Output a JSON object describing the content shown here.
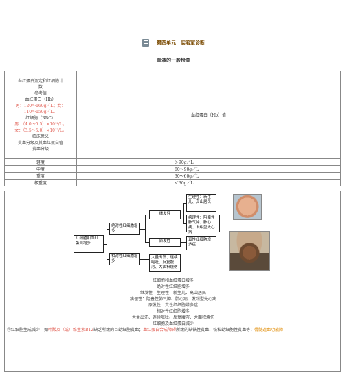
{
  "header": {
    "title": "第四单元　实验室诊断"
  },
  "subtitle": "血液的一般检查",
  "table": {
    "main_left": [
      {
        "text": "血红蛋白测定和红细胞计",
        "red": false
      },
      {
        "text": "数",
        "red": false
      },
      {
        "text": "参考值",
        "red": false
      },
      {
        "text": "血红蛋白（Hb）",
        "red": false
      },
      {
        "text": "男：120～160g／L；女：",
        "red": true
      },
      {
        "text": "110～150g／L。",
        "red": true
      },
      {
        "text": "红细胞（RBC）",
        "red": false
      },
      {
        "text": "男：（4.0～5.5）×10¹²/L；",
        "red": true
      },
      {
        "text": "女：（3.5～5.0）×10¹²/L。",
        "red": true
      },
      {
        "text": "临床意义",
        "red": false
      },
      {
        "text": "贫血分级及其血红蛋白值",
        "red": false
      },
      {
        "text": "贫血分级",
        "red": false
      }
    ],
    "main_right": "血红蛋白（Hb）值",
    "rows": [
      {
        "grade": "轻度",
        "value": "＞90g／L"
      },
      {
        "grade": "中度",
        "value": "60～90g／L"
      },
      {
        "grade": "重度",
        "value": "30～60g／L"
      },
      {
        "grade": "极重度",
        "value": "＜30g／L"
      }
    ]
  },
  "diagram": {
    "root": "红细胞和血红蛋白增多",
    "absolute": "绝对性红细胞增多",
    "relative": "相对性红细胞增多",
    "secondary": "继发性",
    "primary": "原发性",
    "secondary_desc": "生理性：新生儿、高山居民",
    "pathologic_desc": "病理性：阻塞性肺气肿、肺心病、发绀型先心病",
    "primary_desc": "真性红细胞增多症",
    "relative_desc": "大量出汗、连续呕吐、反复腹泻、大面积烧伤"
  },
  "notes": [
    {
      "segments": [
        {
          "t": "红细胞和血红蛋白增多",
          "c": ""
        }
      ]
    },
    {
      "segments": [
        {
          "t": "绝对性红细胞增多",
          "c": ""
        }
      ]
    },
    {
      "segments": [
        {
          "t": "继发性　生理性：新生儿、高山居民",
          "c": ""
        }
      ]
    },
    {
      "segments": [
        {
          "t": "病理性：阻塞性肺气肿、肺心病、发绀型先心病",
          "c": ""
        }
      ]
    },
    {
      "segments": [
        {
          "t": "原发性　真性红细胞增多症",
          "c": ""
        }
      ]
    },
    {
      "segments": [
        {
          "t": "相对性红细胞增多",
          "c": ""
        }
      ]
    },
    {
      "segments": [
        {
          "t": "大量出汗、连续呕吐、反复腹泻、大面积烧伤",
          "c": ""
        }
      ]
    },
    {
      "segments": [
        {
          "t": "红细胞及血红蛋白减少",
          "c": ""
        }
      ]
    },
    {
      "segments": [
        {
          "t": "①红细胞生成减少：如",
          "c": ""
        },
        {
          "t": "叶酸及（或）维生素B12",
          "c": "red"
        },
        {
          "t": "缺乏所致的巨幼细胞贫血；",
          "c": ""
        },
        {
          "t": "血红蛋白合成障碍",
          "c": "red"
        },
        {
          "t": "所致的缺铁性贫血、铁粒幼细胞性贫血等；",
          "c": ""
        },
        {
          "t": "骨髓造血功能障",
          "c": "orange"
        }
      ]
    }
  ]
}
